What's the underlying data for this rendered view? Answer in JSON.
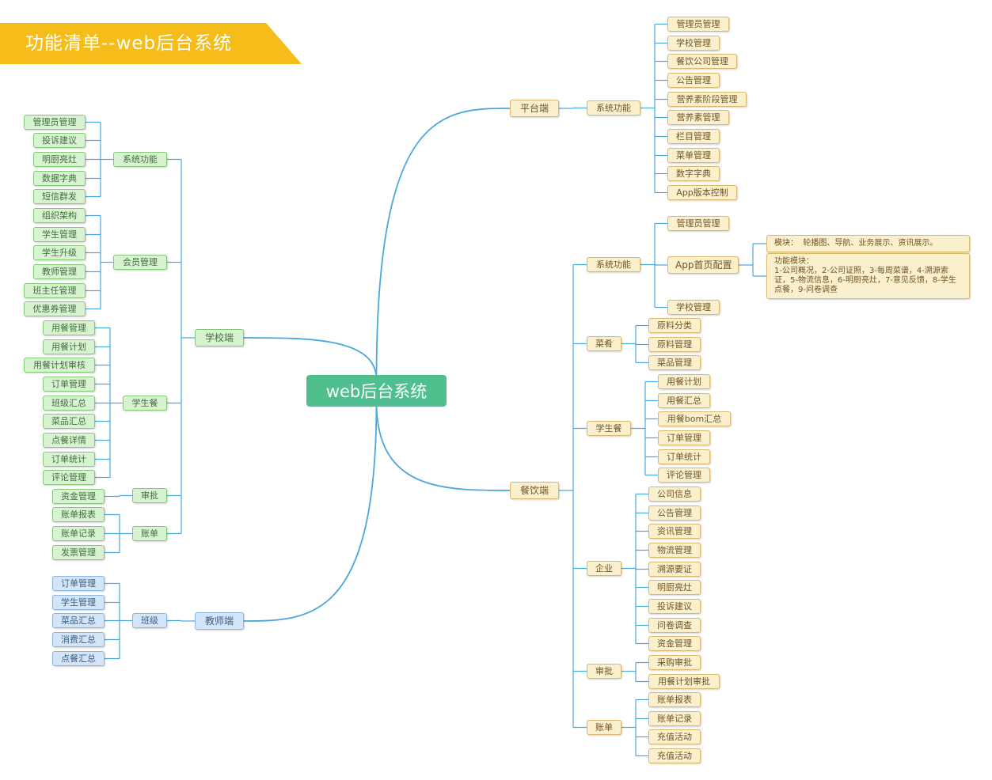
{
  "banner": {
    "title": "功能清单--web后台系统",
    "color": "#f5bc1a"
  },
  "colors": {
    "root_bg": "#4fc08d",
    "line": "#4aa8dd",
    "green_bg": "#d8f3d1",
    "green_border": "#86c77c",
    "green_text": "#3f6f3a",
    "yellow_bg": "#fbf0cd",
    "yellow_border": "#d9b86b",
    "yellow_text": "#6f5424",
    "blue_bg": "#d3e6f8",
    "blue_border": "#8cb5e3",
    "blue_text": "#3d5d80"
  },
  "mindmap": {
    "root": "web后台系统",
    "school": {
      "label": "学校端",
      "groups": [
        {
          "label": "系统功能",
          "items": [
            "管理员管理",
            "投诉建议",
            "明厨亮灶",
            "数据字典",
            "短信群发"
          ]
        },
        {
          "label": "会员管理",
          "items": [
            "组织架构",
            "学生管理",
            "学生升级",
            "教师管理",
            "班主任管理",
            "优惠券管理"
          ]
        },
        {
          "label": "学生餐",
          "items": [
            "用餐管理",
            "用餐计划",
            "用餐计划审核",
            "订单管理",
            "班级汇总",
            "菜品汇总",
            "点餐详情",
            "订单统计",
            "评论管理"
          ]
        },
        {
          "label": "审批",
          "items": [
            "资金管理"
          ]
        },
        {
          "label": "账单",
          "items": [
            "账单报表",
            "账单记录",
            "发票管理"
          ]
        }
      ]
    },
    "teacher": {
      "label": "教师端",
      "groups": [
        {
          "label": "班级",
          "items": [
            "订单管理",
            "学生管理",
            "菜品汇总",
            "消费汇总",
            "点餐汇总"
          ]
        }
      ]
    },
    "platform": {
      "label": "平台端",
      "groups": [
        {
          "label": "系统功能",
          "items": [
            "管理员管理",
            "学校管理",
            "餐饮公司管理",
            "公告管理",
            "营养素阶段管理",
            "营养素管理",
            "栏目管理",
            "菜单管理",
            "数字字典",
            "App版本控制"
          ]
        }
      ]
    },
    "catering": {
      "label": "餐饮端",
      "groups": [
        {
          "label": "系统功能",
          "items": [
            "管理员管理",
            "App首页配置",
            "学校管理"
          ]
        },
        {
          "label": "菜肴",
          "items": [
            "原料分类",
            "原料管理",
            "菜品管理"
          ]
        },
        {
          "label": "学生餐",
          "items": [
            "用餐计划",
            "用餐汇总",
            "用餐bom汇总",
            "订单管理",
            "订单统计",
            "评论管理"
          ]
        },
        {
          "label": "企业",
          "items": [
            "公司信息",
            "公告管理",
            "资讯管理",
            "物流管理",
            "溯源要证",
            "明厨亮灶",
            "投诉建议",
            "问卷调查",
            "资金管理"
          ]
        },
        {
          "label": "审批",
          "items": [
            "采购审批",
            "用餐计划审批"
          ]
        },
        {
          "label": "账单",
          "items": [
            "账单报表",
            "账单记录",
            "充值活动",
            "充值活动"
          ]
        }
      ],
      "app_home_notes": [
        "模块：  轮播图、导航、业务展示、资讯展示。",
        "功能模块：\n1-公司概况，2-公司证照，3-每周菜谱，4-溯源索证，5-物流信息，6-明厨亮灶，7-意见反馈，8-学生点餐，9-问卷调查"
      ]
    }
  }
}
